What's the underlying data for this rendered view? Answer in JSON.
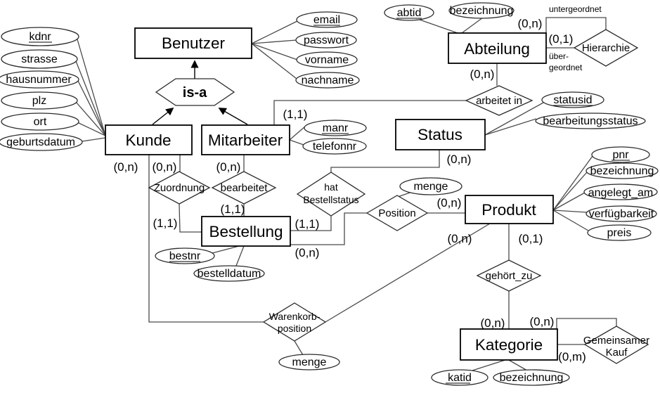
{
  "colors": {
    "background": "#ffffff",
    "shape_border": "#000000",
    "connector_line": "#4a4a4a",
    "text": "#000000"
  },
  "entities": {
    "benutzer": {
      "label": "Benutzer",
      "attributes": {
        "email": {
          "label": "email",
          "key": true
        },
        "passwort": {
          "label": "passwort"
        },
        "vorname": {
          "label": "vorname"
        },
        "nachname": {
          "label": "nachname"
        }
      }
    },
    "abteilung": {
      "label": "Abteilung",
      "attributes": {
        "abtid": {
          "label": "abtid",
          "key": true
        },
        "bezeichnung": {
          "label": "bezeichnung"
        }
      }
    },
    "kunde": {
      "label": "Kunde",
      "attributes": {
        "kdnr": {
          "label": "kdnr",
          "key": true
        },
        "strasse": {
          "label": "strasse"
        },
        "hausnummer": {
          "label": "hausnummer"
        },
        "plz": {
          "label": "plz"
        },
        "ort": {
          "label": "ort"
        },
        "geburtsdatum": {
          "label": "geburtsdatum"
        }
      }
    },
    "mitarbeiter": {
      "label": "Mitarbeiter",
      "attributes": {
        "manr": {
          "label": "manr",
          "key": true
        },
        "telefonnr": {
          "label": "telefonnr"
        }
      }
    },
    "status": {
      "label": "Status",
      "attributes": {
        "statusid": {
          "label": "statusid",
          "key": true
        },
        "bearbeitungsstatus": {
          "label": "bearbeitungsstatus"
        }
      }
    },
    "bestellung": {
      "label": "Bestellung",
      "attributes": {
        "bestnr": {
          "label": "bestnr",
          "key": true
        },
        "bestelldatum": {
          "label": "bestelldatum"
        }
      }
    },
    "produkt": {
      "label": "Produkt",
      "attributes": {
        "pnr": {
          "label": "pnr",
          "key": true
        },
        "bezeichnung": {
          "label": "bezeichnung"
        },
        "angelegt_am": {
          "label": "angelegt_am"
        },
        "verfuegbarkeit": {
          "label": "verfügbarkeit"
        },
        "preis": {
          "label": "preis"
        }
      }
    },
    "kategorie": {
      "label": "Kategorie",
      "attributes": {
        "katid": {
          "label": "katid",
          "key": true
        },
        "bezeichnung": {
          "label": "bezeichnung"
        }
      }
    }
  },
  "relationships": {
    "is_a": {
      "label": "is-a"
    },
    "hierarchie": {
      "label": "Hierarchie"
    },
    "arbeitet_in": {
      "label": "arbeitet in"
    },
    "zuordnung": {
      "label": "Zuordnung"
    },
    "bearbeitet": {
      "label": "bearbeitet"
    },
    "hat_bestellstatus": {
      "line1": "hat",
      "line2": "Bestellstatus"
    },
    "position": {
      "label": "Position",
      "attributes": {
        "menge": {
          "label": "menge"
        }
      }
    },
    "gehoert_zu": {
      "label": "gehört_zu"
    },
    "warenkorbposition": {
      "line1": "Warenkorb-",
      "line2": "position",
      "attributes": {
        "menge": {
          "label": "menge"
        }
      }
    },
    "gemeinsamer_kauf": {
      "line1": "Gemeinsamer",
      "line2": "Kauf"
    }
  },
  "cardinalities": {
    "abteilung_hierarchie_untergeordnet": {
      "label": "(0,n)"
    },
    "abteilung_hierarchie_uebergeordnet": {
      "label": "(0,1)"
    },
    "abteilung_arbeitet_in": {
      "label": "(0,n)"
    },
    "mitarbeiter_arbeitet_in": {
      "label": "(1,1)"
    },
    "kunde_warenkorbposition": {
      "label": "(0,n)"
    },
    "kunde_zuordnung": {
      "label": "(0,n)"
    },
    "mitarbeiter_bearbeitet": {
      "label": "(0,n)"
    },
    "status_hat_bestellstatus": {
      "label": "(0,n)"
    },
    "bestellung_zuordnung": {
      "label": "(1,1)"
    },
    "bestellung_bearbeitet": {
      "label": "(1,1)"
    },
    "bestellung_hat_bestellstatus": {
      "label": "(1,1)"
    },
    "bestellung_position": {
      "label": "(0,n)"
    },
    "produkt_position": {
      "label": "(0,n)"
    },
    "produkt_warenkorbposition": {
      "label": "(0,n)"
    },
    "produkt_gehoert_zu": {
      "label": "(0,1)"
    },
    "kategorie_gehoert_zu": {
      "label": "(0,n)"
    },
    "kategorie_gemeinsamer_kauf_1": {
      "label": "(0,n)"
    },
    "kategorie_gemeinsamer_kauf_2": {
      "label": "(0,m)"
    }
  },
  "role_labels": {
    "untergeordnet": {
      "label": "untergeordnet"
    },
    "uebergeordnet": {
      "line1": "über-",
      "line2": "geordnet"
    }
  }
}
